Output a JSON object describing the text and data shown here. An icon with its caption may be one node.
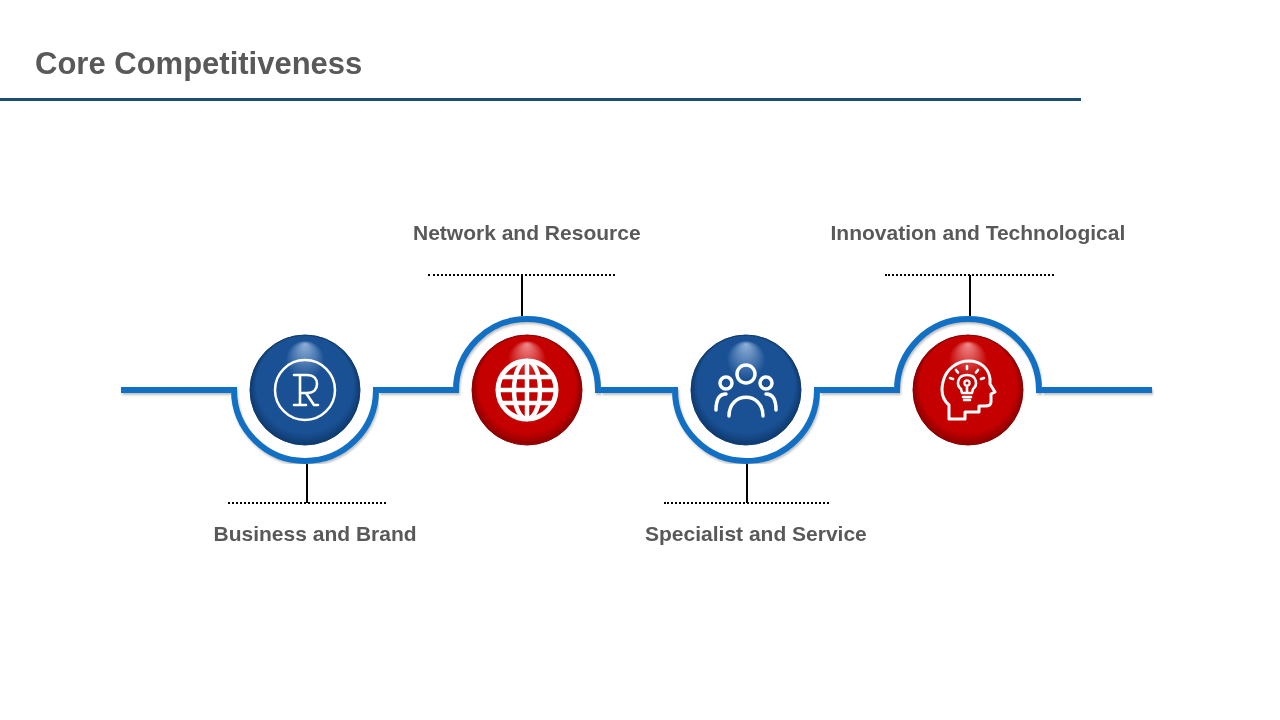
{
  "diagram": {
    "title": "Core Competitiveness",
    "nodes": [
      {
        "text": [],
        "shape": "circle"
      },
      {
        "text": [
          "Business and Brand"
        ]
      },
      {
        "text": [],
        "shape": "circle"
      },
      {
        "text": [
          "Network and Resource"
        ]
      },
      {
        "text": [],
        "shape": "circle"
      },
      {
        "text": [
          "Specialist and Service"
        ]
      },
      {
        "text": [],
        "shape": "circle"
      },
      {
        "text": [
          "Innovation and Technological"
        ]
      }
    ],
    "edges": [
      {
        "from": null,
        "to": 0,
        "arrow": "none"
      },
      {
        "from": 0,
        "to": 2,
        "arrow": "none"
      },
      {
        "from": 2,
        "to": 4,
        "arrow": "none"
      },
      {
        "from": 4,
        "to": 6,
        "arrow": "none"
      },
      {
        "from": 6,
        "to": null,
        "arrow": "none"
      },
      {
        "from": 1,
        "to": 0,
        "arrow": "none",
        "color": "#000000"
      },
      {
        "from": 3,
        "to": 2,
        "arrow": "none",
        "color": "#000000"
      },
      {
        "from": 5,
        "to": 4,
        "arrow": "none",
        "color": "#000000"
      },
      {
        "from": 7,
        "to": 6,
        "arrow": "none",
        "color": "#000000"
      }
    ]
  }
}
